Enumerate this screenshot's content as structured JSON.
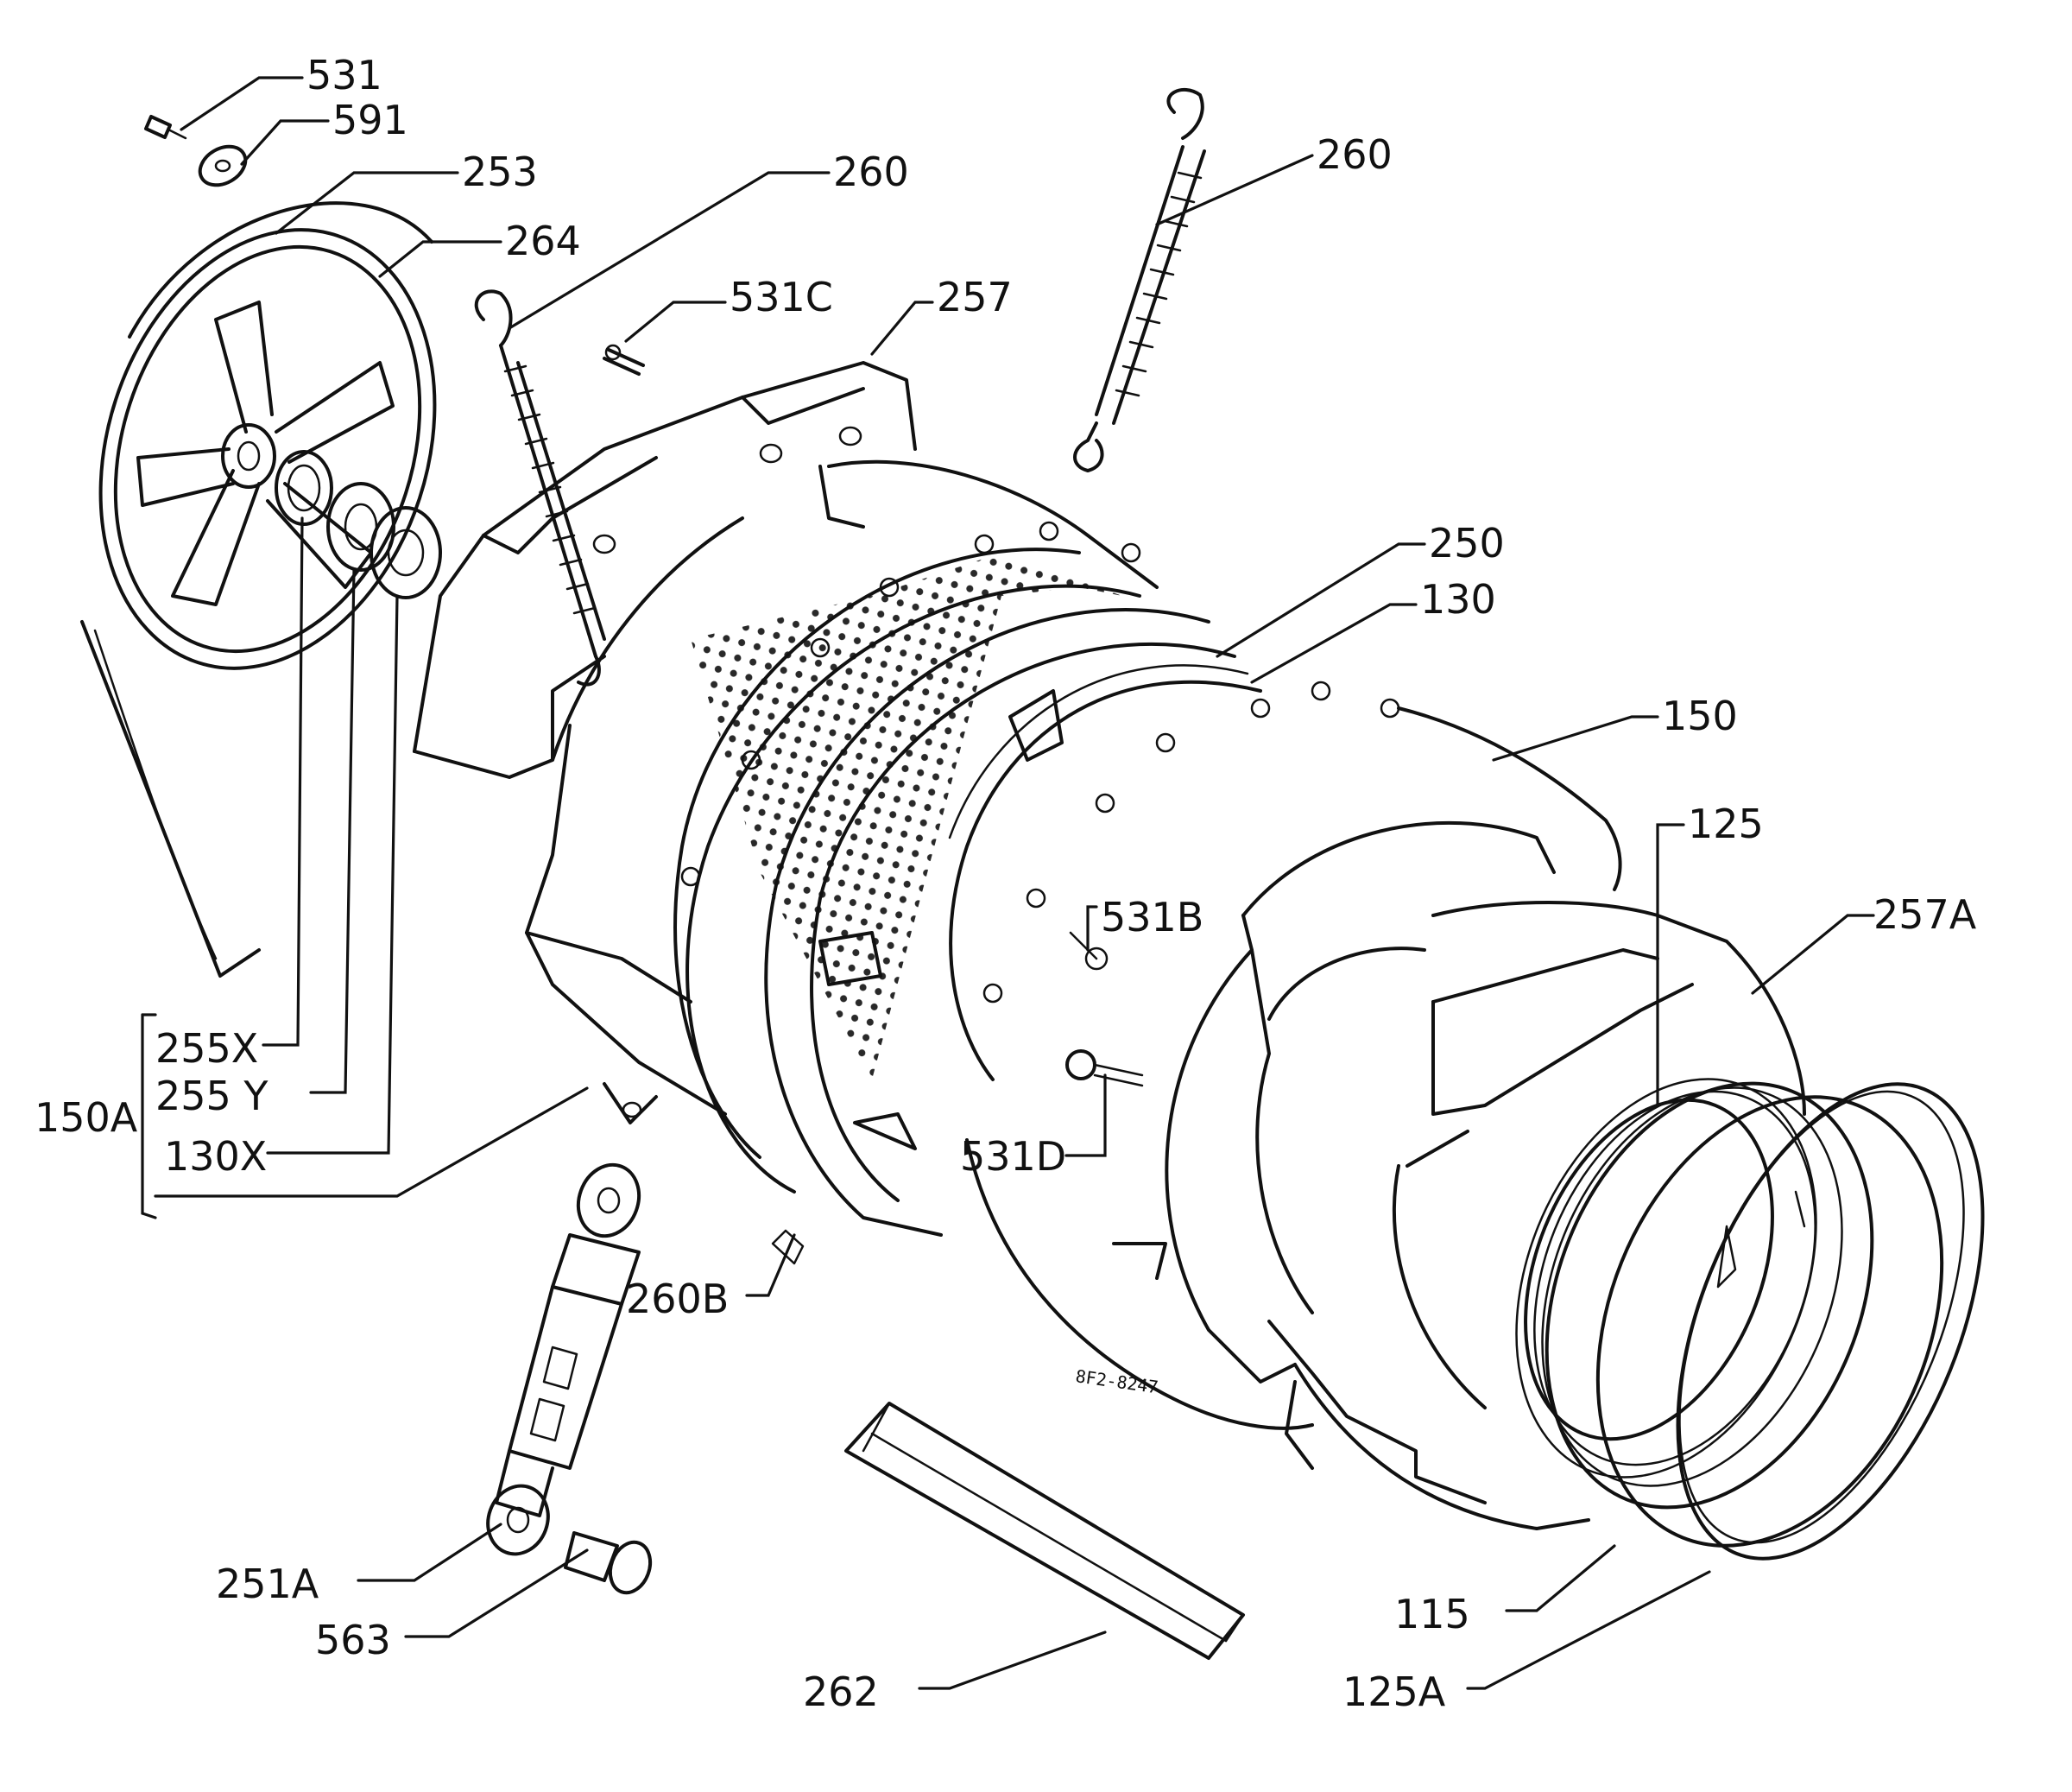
{
  "labels": {
    "l531": "531",
    "l591": "591",
    "l253": "253",
    "l264": "264",
    "l260a": "260",
    "l260b": "260",
    "l531c": "531C",
    "l257": "257",
    "l250": "250",
    "l130": "130",
    "l150": "150",
    "l125": "125",
    "l257a": "257A",
    "l531b": "531B",
    "l531d": "531D",
    "l255x": "255X",
    "l255y": "255  Y",
    "l150a": "150A",
    "l130x": "130X",
    "l260b_clip": "260B",
    "l251a": "251A",
    "l563": "563",
    "l262": "262",
    "l115": "115",
    "l125a": "125A"
  },
  "drawing_code": "8F2-8247"
}
